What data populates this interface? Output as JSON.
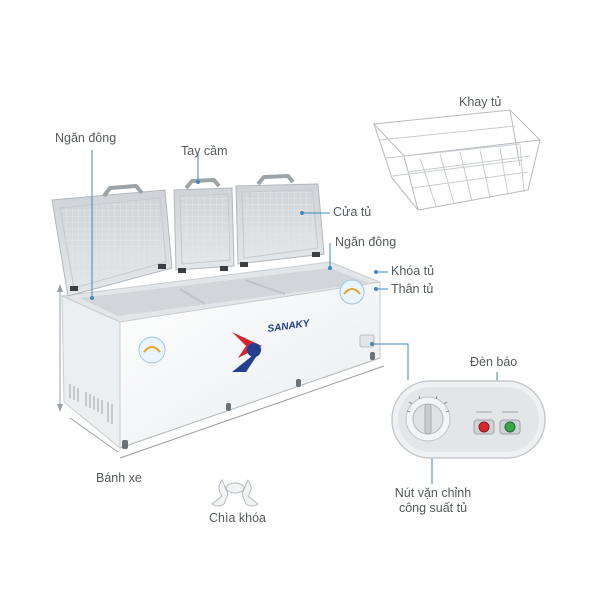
{
  "labels": {
    "ngan_dong_top": "Ngăn đông",
    "tay_cam": "Tay cầm",
    "khay_tu": "Khay tủ",
    "cua_tu": "Cửa tủ",
    "ngan_dong_right": "Ngăn đông",
    "khoa_tu": "Khóa tủ",
    "than_tu": "Thân tủ",
    "den_bao": "Đèn báo",
    "banh_xe": "Bánh xe",
    "chia_khoa": "Chìa khóa",
    "nut_van_line1": "Nút vặn chỉnh",
    "nut_van_line2": "công suất tủ"
  },
  "product": {
    "brand": "SANAKY"
  },
  "colors": {
    "label_text": "#555a5f",
    "leader_line": "#3f89b8",
    "brand_red": "#d7262f",
    "brand_blue": "#23408f",
    "body_white": "#f6f7f8",
    "lid_gray": "#d9dcdf"
  },
  "icons": {
    "basket": "wire-basket-icon",
    "keys": "keys-icon",
    "knob": "thermostat-knob-icon",
    "lamp_red": "red-indicator-lamp-icon",
    "lamp_green": "green-indicator-lamp-icon"
  }
}
